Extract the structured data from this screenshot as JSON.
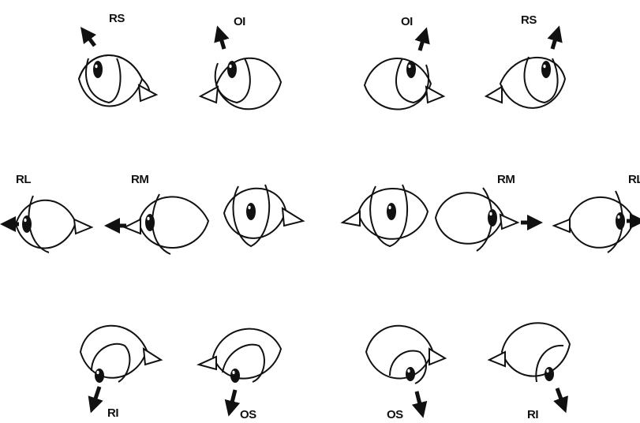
{
  "labels": {
    "rs_left": "RS",
    "oi_left": "OI",
    "oi_right": "OI",
    "rs_right": "RS",
    "rl_left": "RL",
    "rm_left": "RM",
    "rm_right": "RM",
    "rl_right": "RL",
    "ri_left": "RI",
    "os_left": "OS",
    "os_right": "OS",
    "ri_right": "RI"
  },
  "colors": {
    "ink": "#111111",
    "background": "#ffffff"
  }
}
